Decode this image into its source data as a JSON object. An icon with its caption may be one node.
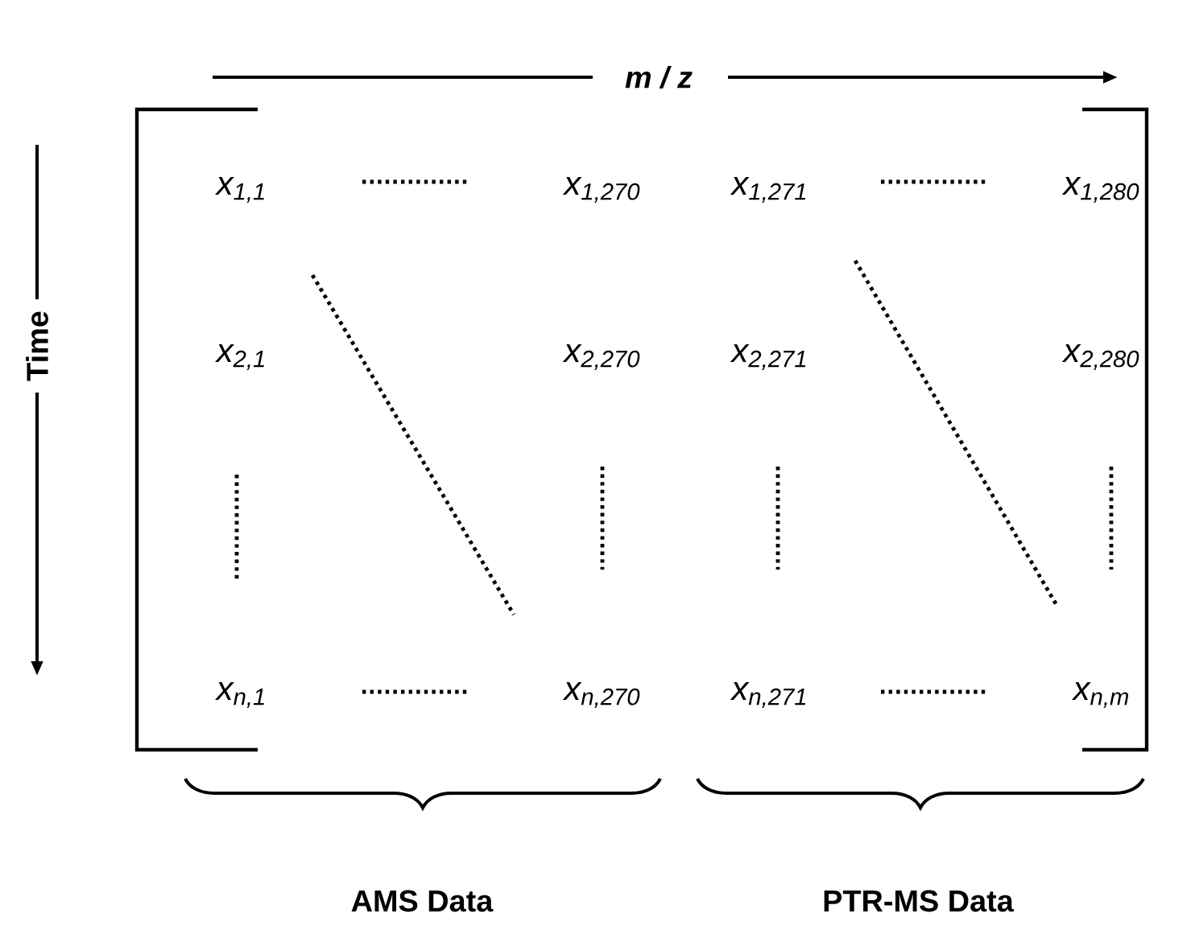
{
  "diagram": {
    "labels": [
      "m / z",
      "Time",
      "x$_{1,1}$",
      "x$_{1,270}$",
      "x$_{1,271}$",
      "x$_{1,280}$",
      "x$_{2,1}$",
      "x$_{2,270}$",
      "x$_{2,271}$",
      "x$_{2,280}$",
      "x$_{n,1}$",
      "x$_{n,270}$",
      "x$_{n,271}$",
      "x$_{n,m}$",
      "AMS Data",
      "PTR-MS Data"
    ]
  }
}
